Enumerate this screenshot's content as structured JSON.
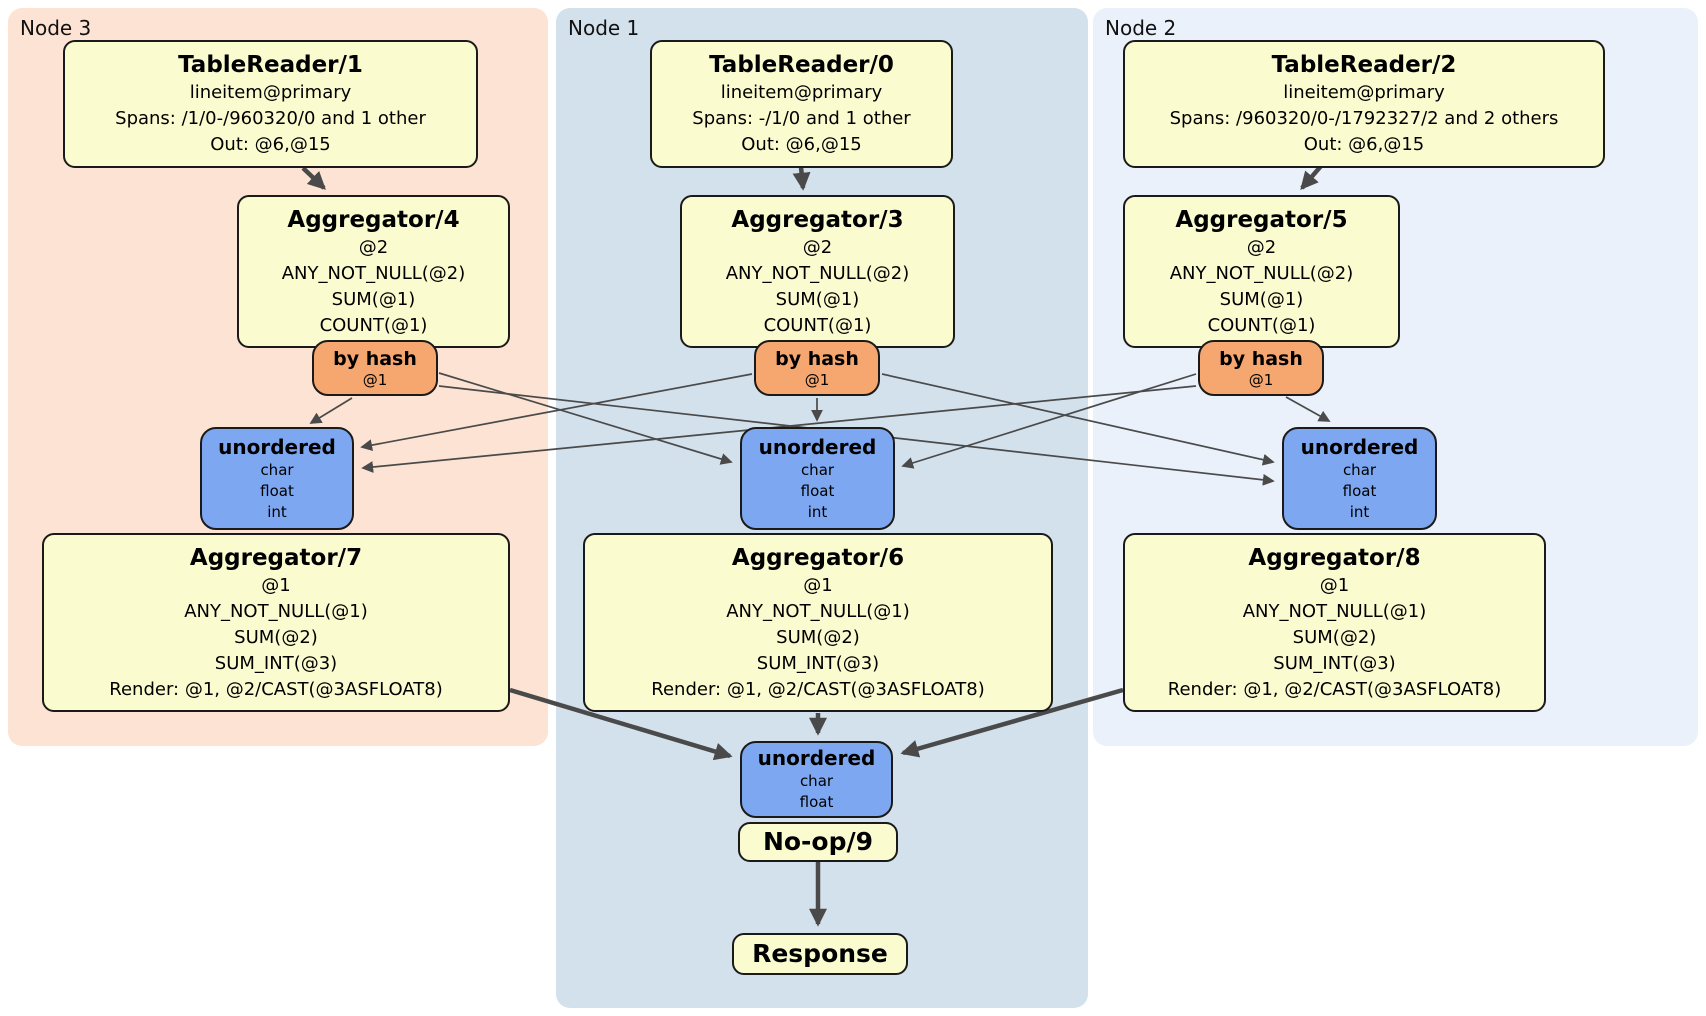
{
  "colors": {
    "yellow_box": "#fbfbd0",
    "orange_box": "#f6a770",
    "blue_box": "#7da7f0",
    "node3_bg": "#fce3d3",
    "node1_bg": "#d3e1ec",
    "node2_bg": "#eaf1fa",
    "box_border": "#1a1a1a",
    "edge_color": "#4a4a4a"
  },
  "panels": {
    "node3": {
      "label": "Node 3"
    },
    "node1": {
      "label": "Node 1"
    },
    "node2": {
      "label": "Node 2"
    }
  },
  "boxes": {
    "tr1": {
      "title": "TableReader/1",
      "lines": [
        "lineitem@primary",
        "Spans: /1/0-/960320/0 and 1 other",
        "Out: @6,@15"
      ]
    },
    "tr0": {
      "title": "TableReader/0",
      "lines": [
        "lineitem@primary",
        "Spans: -/1/0 and 1 other",
        "Out: @6,@15"
      ]
    },
    "tr2": {
      "title": "TableReader/2",
      "lines": [
        "lineitem@primary",
        "Spans: /960320/0-/1792327/2 and 2 others",
        "Out: @6,@15"
      ]
    },
    "agg4": {
      "title": "Aggregator/4",
      "lines": [
        "@2",
        "ANY_NOT_NULL(@2)",
        "SUM(@1)",
        "COUNT(@1)"
      ]
    },
    "agg3": {
      "title": "Aggregator/3",
      "lines": [
        "@2",
        "ANY_NOT_NULL(@2)",
        "SUM(@1)",
        "COUNT(@1)"
      ]
    },
    "agg5": {
      "title": "Aggregator/5",
      "lines": [
        "@2",
        "ANY_NOT_NULL(@2)",
        "SUM(@1)",
        "COUNT(@1)"
      ]
    },
    "bh4": {
      "title": "by hash",
      "sub": "@1"
    },
    "bh3": {
      "title": "by hash",
      "sub": "@1"
    },
    "bh5": {
      "title": "by hash",
      "sub": "@1"
    },
    "un_left": {
      "title": "unordered",
      "lines": [
        "char",
        "float",
        "int"
      ]
    },
    "un_mid": {
      "title": "unordered",
      "lines": [
        "char",
        "float",
        "int"
      ]
    },
    "un_right": {
      "title": "unordered",
      "lines": [
        "char",
        "float",
        "int"
      ]
    },
    "agg7": {
      "title": "Aggregator/7",
      "lines": [
        "@1",
        "ANY_NOT_NULL(@1)",
        "SUM(@2)",
        "SUM_INT(@3)",
        "Render: @1, @2/CAST(@3ASFLOAT8)"
      ]
    },
    "agg6": {
      "title": "Aggregator/6",
      "lines": [
        "@1",
        "ANY_NOT_NULL(@1)",
        "SUM(@2)",
        "SUM_INT(@3)",
        "Render: @1, @2/CAST(@3ASFLOAT8)"
      ]
    },
    "agg8": {
      "title": "Aggregator/8",
      "lines": [
        "@1",
        "ANY_NOT_NULL(@1)",
        "SUM(@2)",
        "SUM_INT(@3)",
        "Render: @1, @2/CAST(@3ASFLOAT8)"
      ]
    },
    "un_bottom": {
      "title": "unordered",
      "lines": [
        "char",
        "float"
      ]
    },
    "noop": {
      "title": "No-op/9"
    },
    "response": {
      "title": "Response"
    }
  },
  "edges": [
    {
      "from": "TableReader/1",
      "to": "Aggregator/4",
      "kind": "flow"
    },
    {
      "from": "TableReader/0",
      "to": "Aggregator/3",
      "kind": "flow"
    },
    {
      "from": "TableReader/2",
      "to": "Aggregator/5",
      "kind": "flow"
    },
    {
      "from": "by hash (Aggregator/4)",
      "to": "unordered (Node 3)",
      "kind": "hash-route"
    },
    {
      "from": "by hash (Aggregator/4)",
      "to": "unordered (Node 1)",
      "kind": "hash-route"
    },
    {
      "from": "by hash (Aggregator/4)",
      "to": "unordered (Node 2)",
      "kind": "hash-route"
    },
    {
      "from": "by hash (Aggregator/3)",
      "to": "unordered (Node 3)",
      "kind": "hash-route"
    },
    {
      "from": "by hash (Aggregator/3)",
      "to": "unordered (Node 1)",
      "kind": "hash-route"
    },
    {
      "from": "by hash (Aggregator/3)",
      "to": "unordered (Node 2)",
      "kind": "hash-route"
    },
    {
      "from": "by hash (Aggregator/5)",
      "to": "unordered (Node 3)",
      "kind": "hash-route"
    },
    {
      "from": "by hash (Aggregator/5)",
      "to": "unordered (Node 1)",
      "kind": "hash-route"
    },
    {
      "from": "by hash (Aggregator/5)",
      "to": "unordered (Node 2)",
      "kind": "hash-route"
    },
    {
      "from": "Aggregator/7",
      "to": "unordered (final)",
      "kind": "flow"
    },
    {
      "from": "Aggregator/6",
      "to": "unordered (final)",
      "kind": "flow"
    },
    {
      "from": "Aggregator/8",
      "to": "unordered (final)",
      "kind": "flow"
    },
    {
      "from": "No-op/9",
      "to": "Response",
      "kind": "flow"
    }
  ]
}
